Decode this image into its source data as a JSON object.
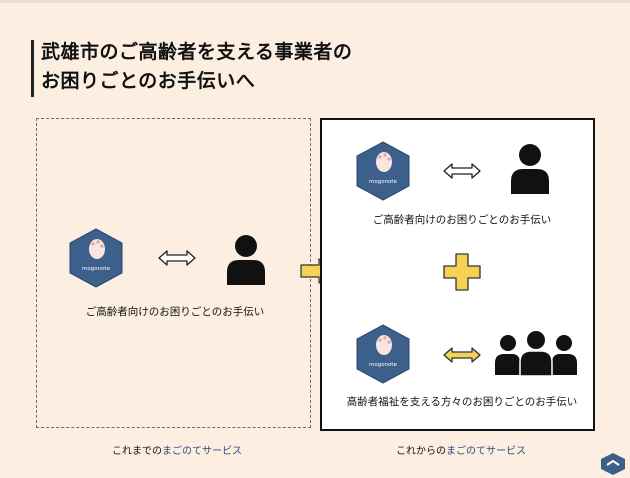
{
  "title": {
    "line1": "武雄市のご高齢者を支える事業者の",
    "line2": "お困りごとのお手伝いへ"
  },
  "logo_text": "mogonote",
  "left": {
    "service_label": "ご高齢者向けのお困りごとのお手伝い",
    "caption_prefix": "これまでの",
    "caption_accent": "まごのてサービス"
  },
  "right": {
    "top_label": "ご高齢者向けのお困りごとのお手伝い",
    "bottom_label": "高齢者福祉を支える方々のお困りごとのお手伝い",
    "caption_prefix": "これからの",
    "caption_accent": "まごのてサービス"
  },
  "colors": {
    "background": "#fdeee2",
    "hexagon": "#3d5f8c",
    "arrow_fill": "#f5d155",
    "arrow_stroke": "#333333",
    "accent_text": "#2d4b7d"
  },
  "icons": [
    "mogonote-logo-icon",
    "double-arrow-icon",
    "person-icon",
    "next-arrow-icon",
    "plus-icon",
    "group-icon"
  ]
}
